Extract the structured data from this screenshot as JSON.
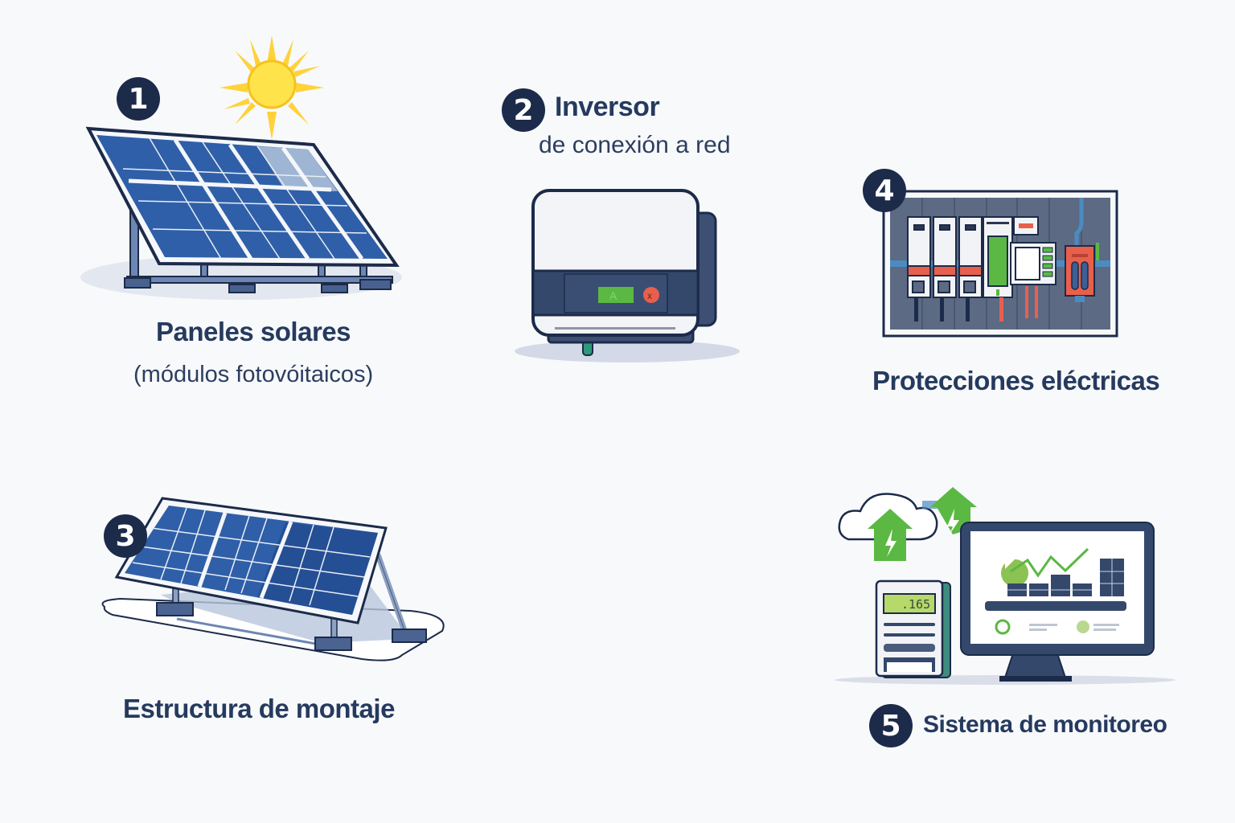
{
  "components": [
    {
      "number": "1",
      "title": "Paneles solares",
      "subtitle": "(módulos fotovóitaicos)",
      "icon": "solar-panel-with-sun"
    },
    {
      "number": "2",
      "title": "Inversor",
      "subtitle": "de conexión a red",
      "icon": "grid-tie-inverter",
      "display_text": "A"
    },
    {
      "number": "3",
      "title": "Estructura de montaje",
      "icon": "mounting-structure"
    },
    {
      "number": "4",
      "title": "Protecciones eléctricas",
      "icon": "electrical-protection-panel"
    },
    {
      "number": "5",
      "title": "Sistema de monitoreo",
      "icon": "monitoring-system",
      "meter_reading": ".165"
    }
  ],
  "colors": {
    "navy": "#1c2b4a",
    "text": "#253a5e",
    "panel_blue": "#2f5fa8",
    "sun_yellow": "#ffd93a",
    "green": "#5ab843",
    "red": "#e8604c",
    "background": "#f8f9fb"
  }
}
